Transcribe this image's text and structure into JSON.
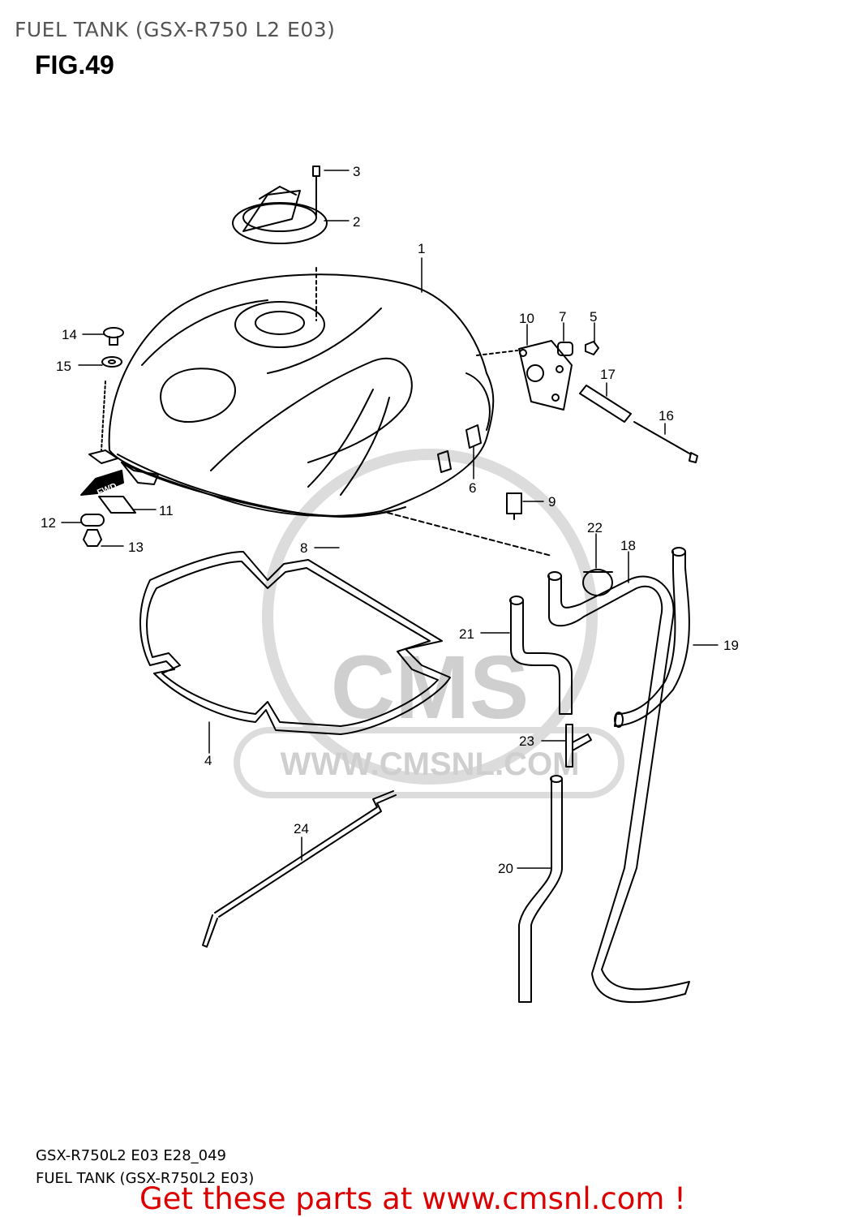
{
  "header": {
    "title": "FUEL TANK (GSX-R750 L2 E03)",
    "figure": "FIG.49"
  },
  "watermark": {
    "brand": "CMS",
    "url": "WWW.CMSNL.COM"
  },
  "orientation_badge": "FWD",
  "callouts": [
    "1",
    "2",
    "3",
    "4",
    "5",
    "6",
    "7",
    "8",
    "9",
    "10",
    "11",
    "12",
    "13",
    "14",
    "15",
    "16",
    "17",
    "18",
    "19",
    "20",
    "21",
    "22",
    "23",
    "24"
  ],
  "footer": {
    "diagram_code": "GSX-R750L2 E03 E28_049",
    "diagram_name": "FUEL TANK (GSX-R750L2 E03)",
    "promo": "Get these parts at www.cmsnl.com !"
  },
  "colors": {
    "line": "#000000",
    "watermark": "#cfcfcf",
    "promo": "#dd0000",
    "header": "#555555"
  }
}
